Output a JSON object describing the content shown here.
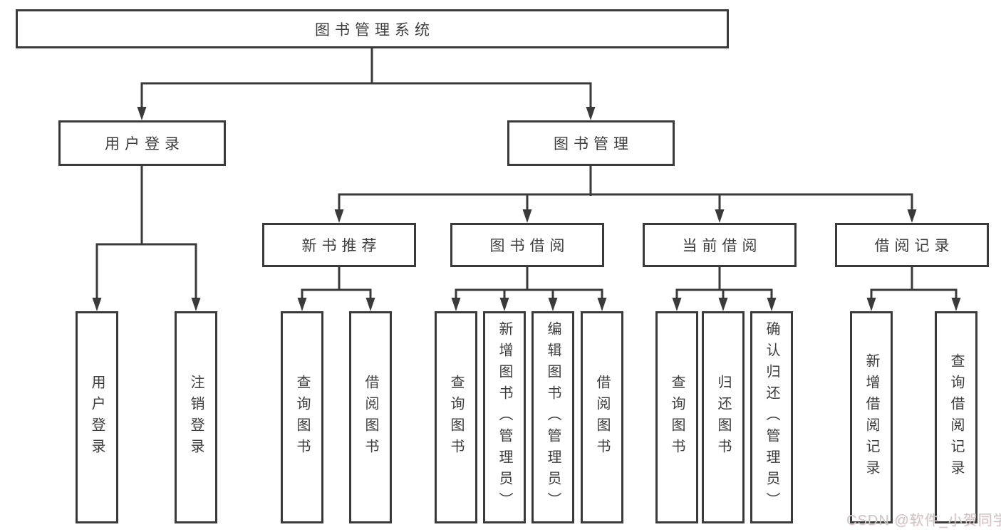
{
  "diagram": {
    "root": {
      "label": "图书管理系统"
    },
    "level2": [
      {
        "label": "用户登录"
      },
      {
        "label": "图书管理"
      }
    ],
    "level3": [
      {
        "label": "新书推荐",
        "parent": "图书管理"
      },
      {
        "label": "图书借阅",
        "parent": "图书管理"
      },
      {
        "label": "当前借阅",
        "parent": "图书管理"
      },
      {
        "label": "借阅记录",
        "parent": "图书管理"
      }
    ],
    "leaves": [
      {
        "label": "用户登录",
        "parent": "用户登录"
      },
      {
        "label": "注销登录",
        "parent": "用户登录"
      },
      {
        "label": "查询图书",
        "parent": "新书推荐"
      },
      {
        "label": "借阅图书",
        "parent": "新书推荐"
      },
      {
        "label": "查询图书",
        "parent": "图书借阅"
      },
      {
        "label": "新增图书（管理员）",
        "parent": "图书借阅"
      },
      {
        "label": "编辑图书（管理员）",
        "parent": "图书借阅"
      },
      {
        "label": "借阅图书",
        "parent": "图书借阅"
      },
      {
        "label": "查询图书",
        "parent": "当前借阅"
      },
      {
        "label": "归还图书",
        "parent": "当前借阅"
      },
      {
        "label": "确认归还（管理员）",
        "parent": "当前借阅"
      },
      {
        "label": "新增借阅记录",
        "parent": "借阅记录"
      },
      {
        "label": "查询借阅记录",
        "parent": "借阅记录"
      }
    ]
  },
  "watermark": {
    "text": "CSDN @软件_小贺同学"
  },
  "colors": {
    "line": "#3a3a3a",
    "text": "#3d3d3d",
    "background": "#ffffff",
    "watermark": "#c9c9c9"
  }
}
